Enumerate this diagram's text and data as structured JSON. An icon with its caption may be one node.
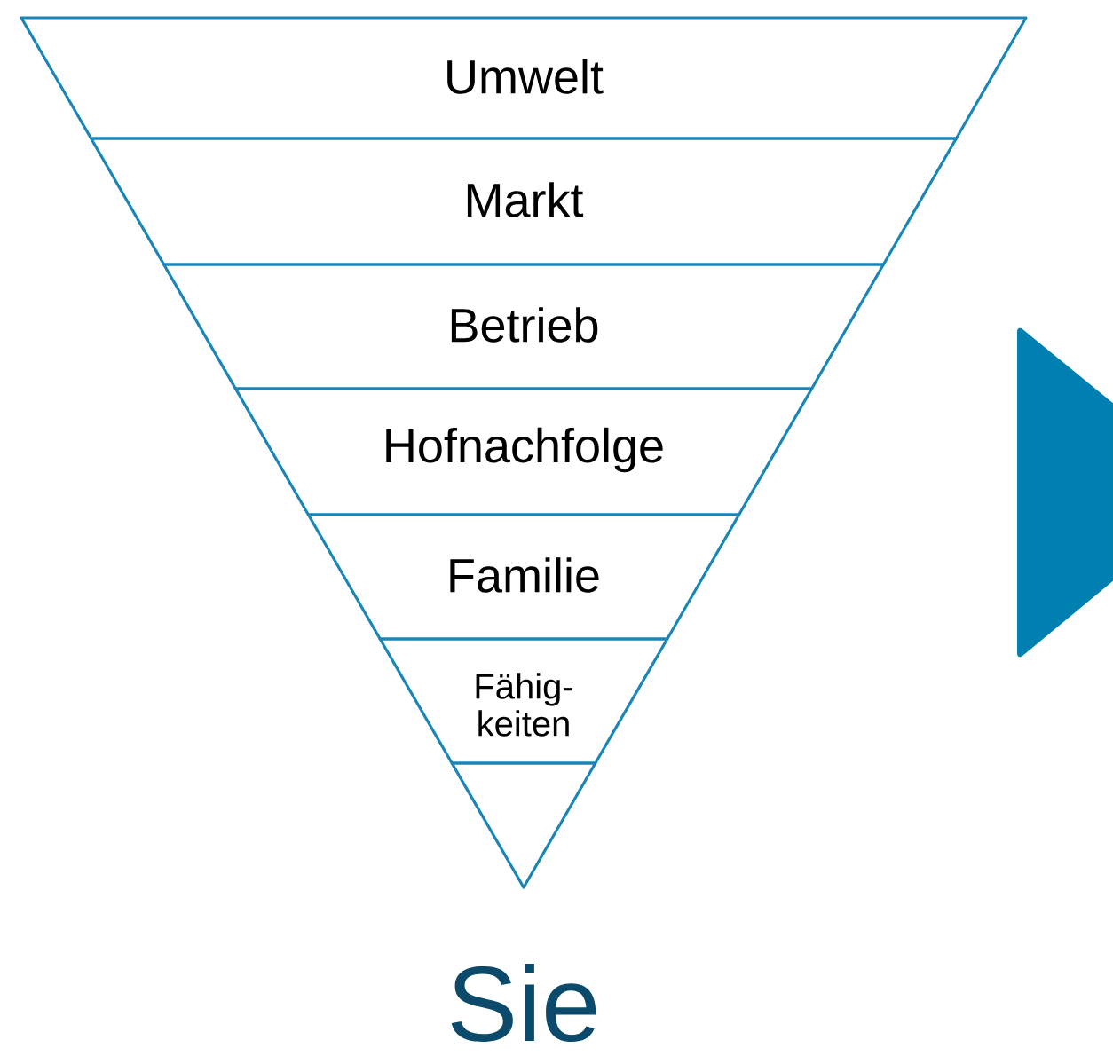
{
  "diagram": {
    "nodes": [
      {
        "text": [
          "Umwelt"
        ]
      },
      {
        "text": [
          "Markt"
        ]
      },
      {
        "text": [
          "Betrieb"
        ]
      },
      {
        "text": [
          "Hofnachfolge"
        ]
      },
      {
        "text": [
          "Familie"
        ]
      },
      {
        "text": [
          "Fähig-keiten"
        ]
      },
      {
        "text": [],
        "shape": "triangle"
      }
    ],
    "labels": [
      "Sie"
    ]
  }
}
